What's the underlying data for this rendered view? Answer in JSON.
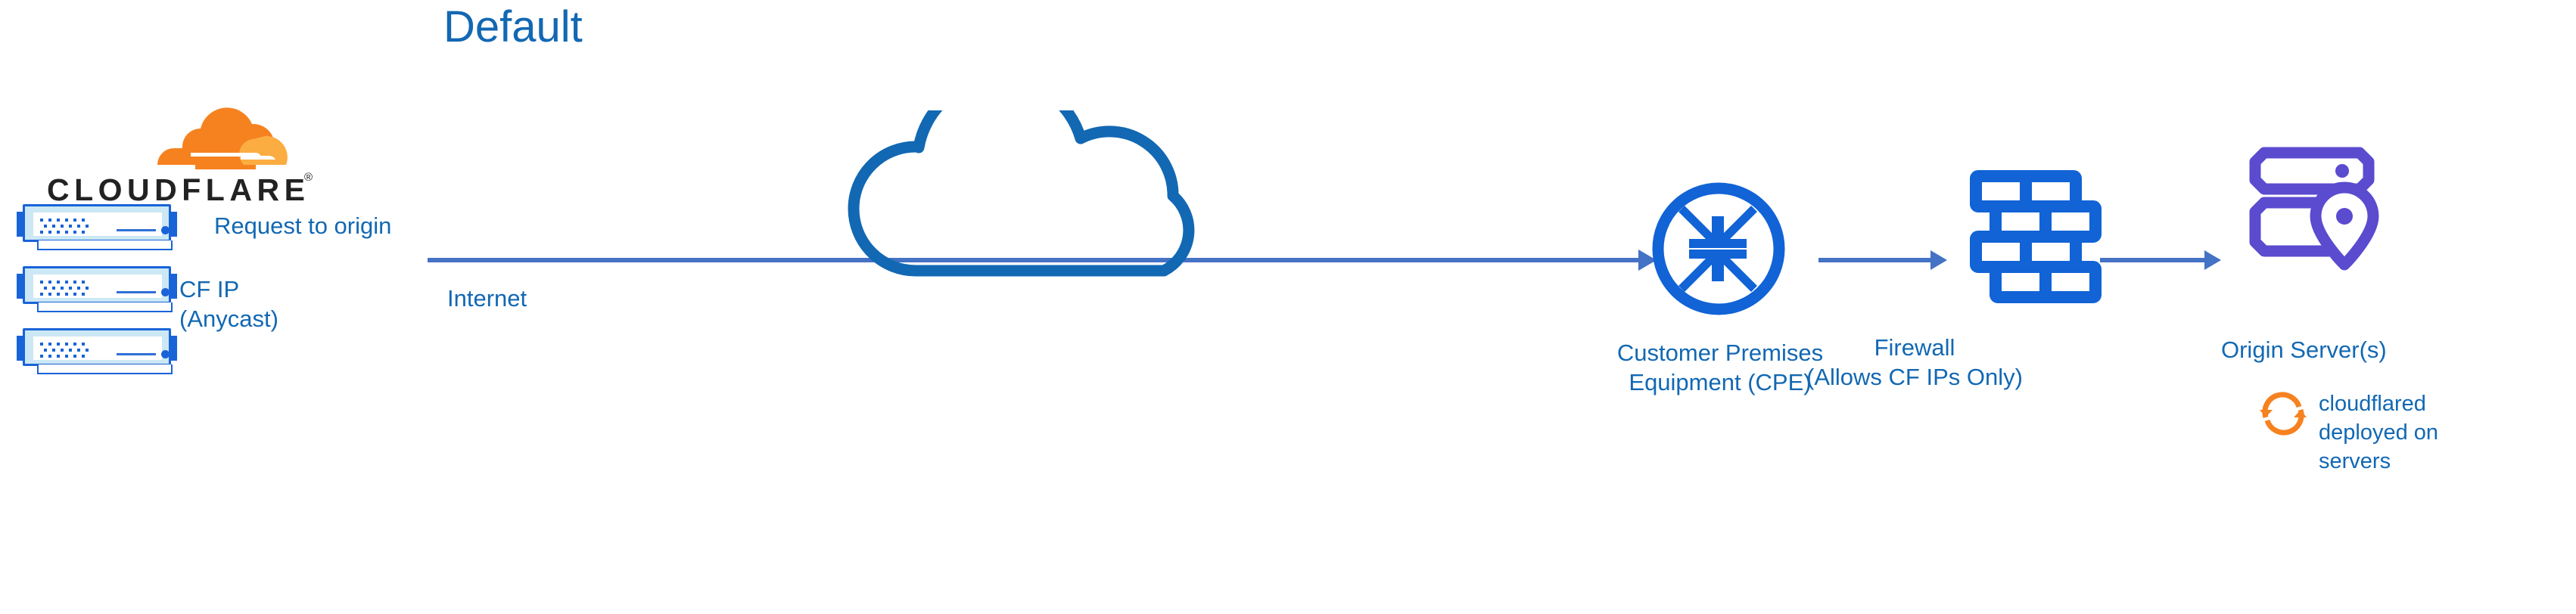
{
  "title": "Default",
  "colors": {
    "title_blue": "#1268B3",
    "label_blue": "#1268B3",
    "icon_blue": "#1163D6",
    "arrow_blue": "#4472C4",
    "server_blue": "#1963D8",
    "server_fill": "#CBE8F4",
    "origin_purple": "#5B4BCF",
    "cloudflare_orange": "#F6821F",
    "cloudflare_orange_light": "#FBAD41",
    "wordmark_black": "#222222",
    "background": "#FFFFFF"
  },
  "logo": {
    "wordmark": "CLOUDFLARE",
    "registered_mark": "®",
    "icon_name": "cloudflare-cloud-logo"
  },
  "servers": {
    "count": 3,
    "icon_name": "rack-server-unit"
  },
  "labels": {
    "request_to_origin": "Request to origin",
    "cf_ip": "CF IP\n(Anycast)",
    "internet": "Internet",
    "cpe": "Customer Premises\nEquipment (CPE)",
    "firewall": "Firewall\n(Allows CF IPs Only)",
    "origin_server": "Origin Server(s)",
    "cloudflared": "cloudflared\ndeployed on\nservers"
  },
  "icons": {
    "internet": "cloud-outline-icon",
    "cpe": "router-four-arrows-icon",
    "firewall": "brick-wall-icon",
    "origin": "server-rack-with-location-pin-icon",
    "cloudflared": "sync-circular-arrows-icon",
    "flow_arrow": "arrow-right-icon"
  },
  "flow": {
    "steps": [
      "Cloudflare edge",
      "Internet",
      "Customer Premises Equipment (CPE)",
      "Firewall (Allows CF IPs Only)",
      "Origin Server(s)"
    ],
    "arrows": 3
  }
}
